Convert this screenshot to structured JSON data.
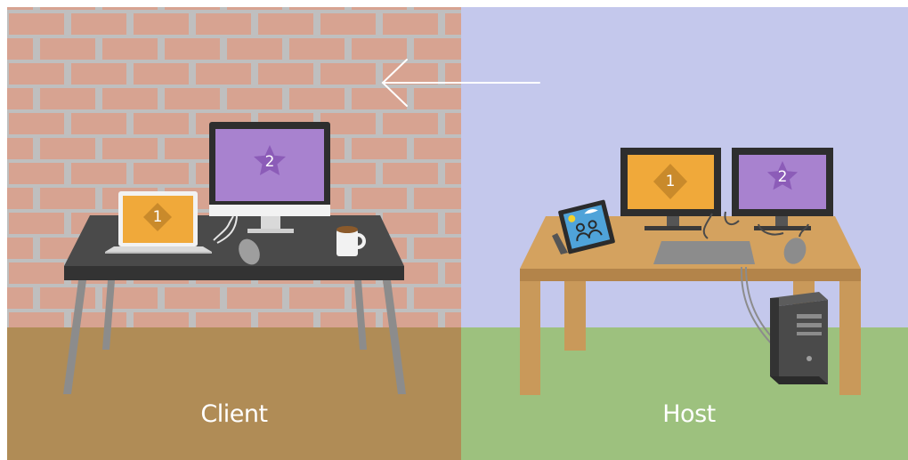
{
  "client": {
    "label": "Client",
    "laptop_screen_number": "1",
    "monitor_screen_number": "2"
  },
  "host": {
    "label": "Host",
    "monitor_left_number": "1",
    "monitor_right_number": "2"
  },
  "arrow": {
    "direction": "left"
  },
  "colors": {
    "brick": "#d7a391",
    "mortar": "#bfbfbf",
    "client_floor": "#b08c56",
    "host_wall": "#c4c8ec",
    "host_floor": "#9dc17e",
    "host_desk": "#c9995a",
    "client_desk": "#4a4a4a",
    "orange_screen": "#f0a93a",
    "purple_screen": "#a882cf"
  },
  "icons": [
    "diamond-icon",
    "star-icon",
    "photo-frame-icon",
    "arrow-left-icon",
    "mouse-icon",
    "coffee-mug-icon",
    "pc-tower-icon",
    "keyboard-icon"
  ]
}
